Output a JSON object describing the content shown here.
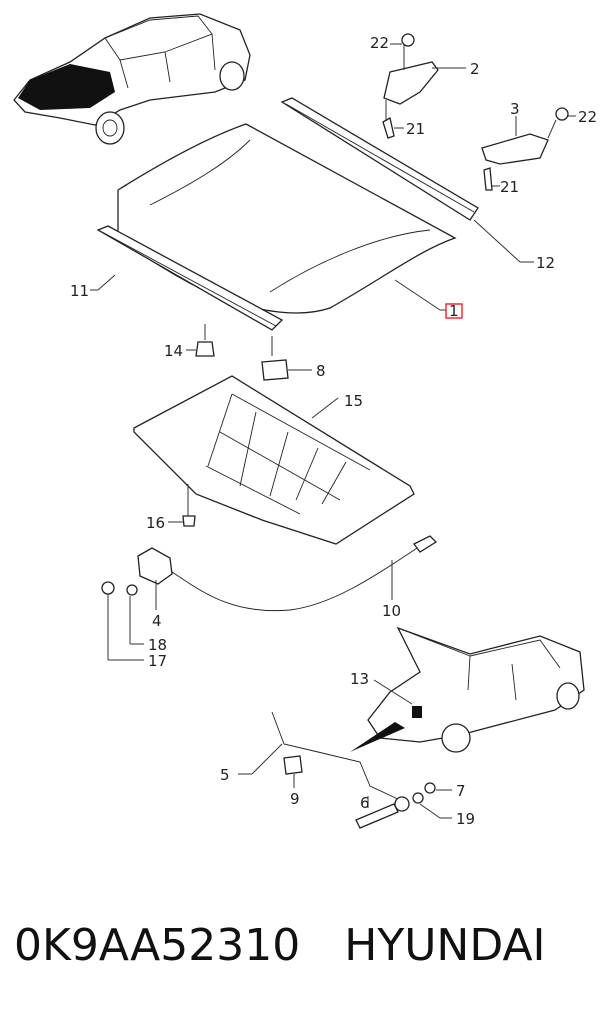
{
  "diagram": {
    "callouts": {
      "c1": "1",
      "c2": "2",
      "c3": "3",
      "c4": "4",
      "c5": "5",
      "c6": "6",
      "c7": "7",
      "c8": "8",
      "c9": "9",
      "c10": "10",
      "c11": "11",
      "c12": "12",
      "c13": "13",
      "c14": "14",
      "c15": "15",
      "c16": "16",
      "c17": "17",
      "c18": "18",
      "c19": "19",
      "c21a": "21",
      "c21b": "21",
      "c22a": "22",
      "c22b": "22"
    },
    "highlight_color": "#e0242c"
  },
  "caption": {
    "part_number": "0K9AA52310",
    "brand": "HYUNDAI"
  }
}
